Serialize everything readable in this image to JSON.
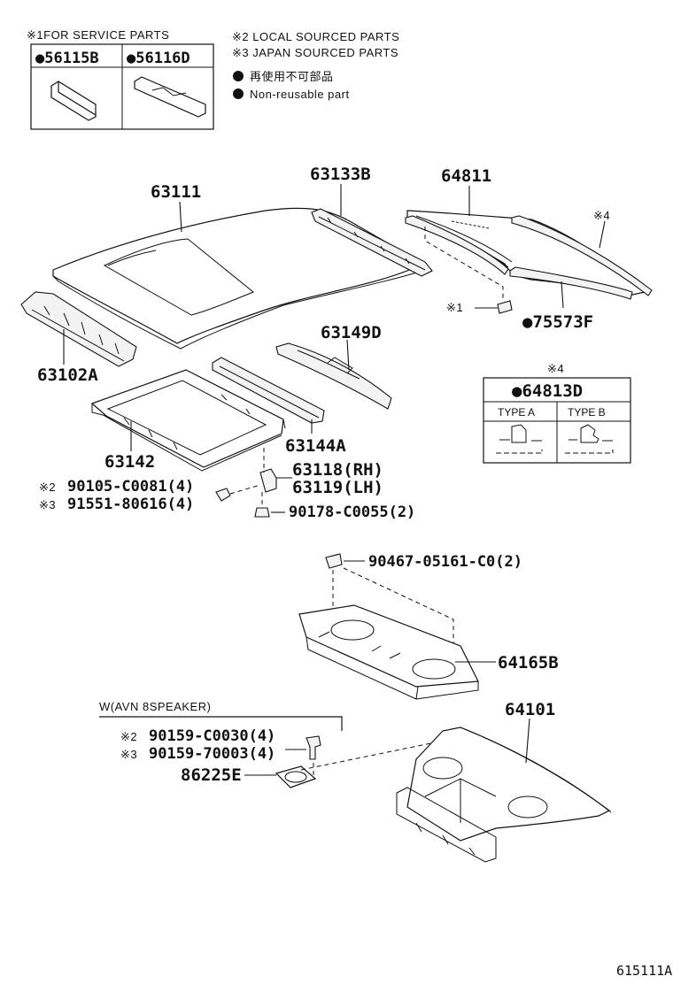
{
  "legend": {
    "service_note": "※1FOR SERVICE PARTS",
    "service_parts": [
      "●56115B",
      "●56116D"
    ],
    "local_note": "※2 LOCAL SOURCED PARTS",
    "japan_note": "※3 JAPAN SOURCED PARTS",
    "nonreusable_jp": "再使用不可部品",
    "nonreusable_en": "Non-reusable part"
  },
  "callouts": {
    "p63111": "63111",
    "p63133B": "63133B",
    "p64811": "64811",
    "mark4_top": "※4",
    "mark1": "※1",
    "p75573F": "●75573F",
    "p63102A": "63102A",
    "p63149D": "63149D",
    "p63144A": "63144A",
    "p63142": "63142",
    "p63118": "63118(RH)",
    "p63119": "63119(LH)",
    "f1_mark": "※2",
    "f1_num": "90105-C0081(4)",
    "f2_mark": "※3",
    "f2_num": "91551-80616(4)",
    "f3_num": "90178-C0055(2)",
    "f4_num": "90467-05161-C0(2)",
    "p64165B": "64165B",
    "p64101": "64101",
    "speaker_note": "W(AVN 8SPEAKER)",
    "f5_mark": "※2",
    "f5_num": "90159-C0030(4)",
    "f6_mark": "※3",
    "f6_num": "90159-70003(4)",
    "p86225E": "86225E",
    "figure_id": "615111A"
  },
  "type_table": {
    "mark": "※4",
    "part": "●64813D",
    "type_a": "TYPE A",
    "type_b": "TYPE B"
  }
}
